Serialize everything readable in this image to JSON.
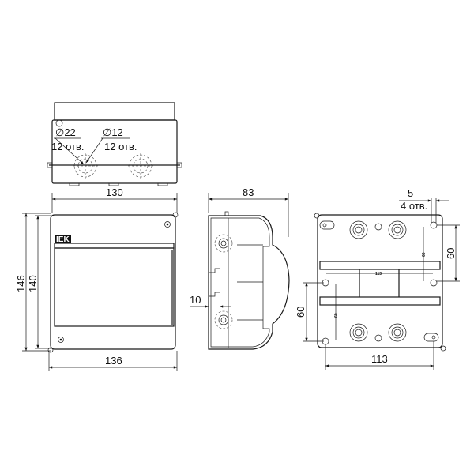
{
  "top_view": {
    "hole1_diameter": "∅22",
    "hole1_count": "12 отв.",
    "hole2_diameter": "∅12",
    "hole2_count": "12 отв.",
    "width_dim": "130"
  },
  "front_view": {
    "logo": "IEK",
    "height_outer_dim": "146",
    "height_inner_dim": "140",
    "width_dim": "136"
  },
  "side_view": {
    "depth_dim": "83",
    "rail_offset_dim": "10"
  },
  "rear_view": {
    "mount_hole_dim": "5",
    "mount_hole_count": "4 отв.",
    "right_vertical_dim": "60",
    "left_vertical_dim": "60",
    "width_dim": "113",
    "inner_width_small": "113",
    "inner_vert_small_right": "60",
    "inner_vert_small_left": "60"
  }
}
